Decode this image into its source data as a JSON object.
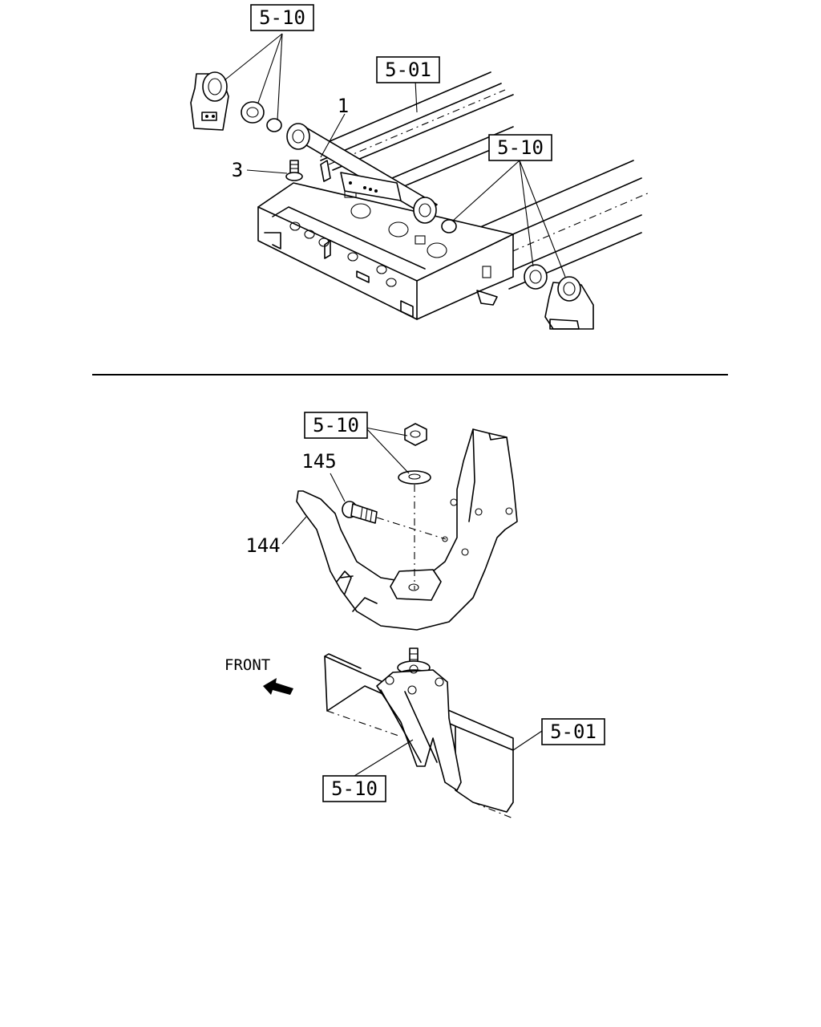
{
  "top_section": {
    "ref_box_upper_left": "5-10",
    "ref_box_frame": "5-01",
    "ref_box_right": "5-10",
    "callout_1": "1",
    "callout_3": "3"
  },
  "bottom_section": {
    "ref_box_nut_washer": "5-10",
    "callout_145": "145",
    "callout_144": "144",
    "front_label": "FRONT",
    "ref_box_frame": "5-01",
    "ref_box_bracket": "5-10"
  }
}
